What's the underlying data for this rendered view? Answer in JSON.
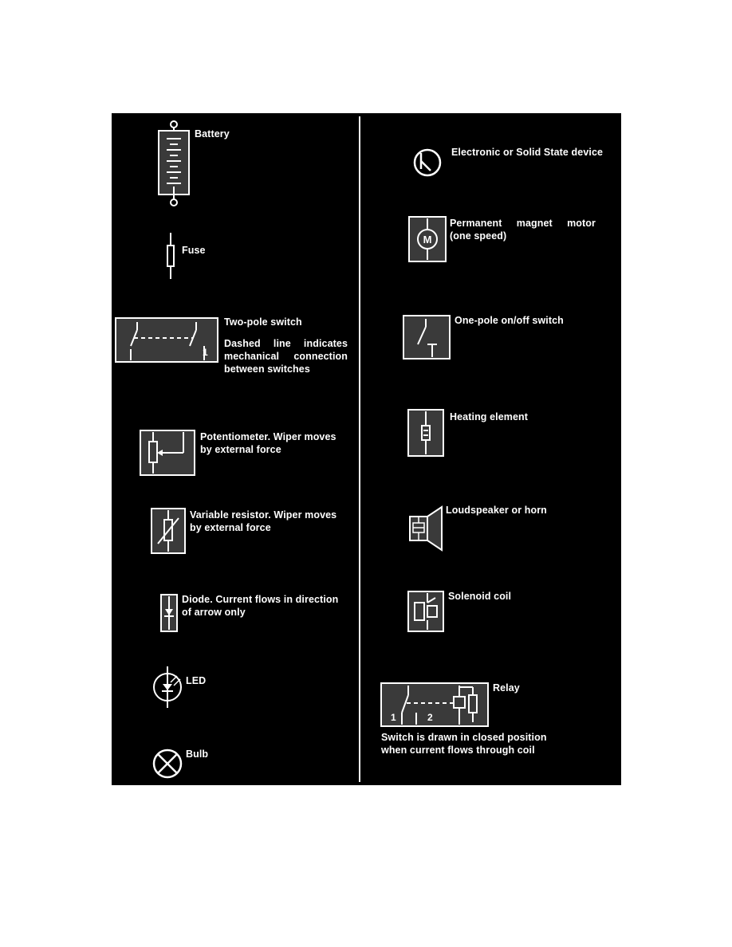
{
  "symbols": {
    "battery": "Battery",
    "electronic": "Electronic or Solid State device",
    "fuse": "Fuse",
    "motor": {
      "line1": "Permanent magnet motor",
      "line2": "(one speed)",
      "letter": "M"
    },
    "two_pole": {
      "title": "Two-pole switch",
      "desc_line1": "Dashed line indicates",
      "desc_line2": "mechanical connection",
      "desc_line3": "between switches"
    },
    "one_pole": "One-pole on/off switch",
    "heating": "Heating element",
    "potentiometer": {
      "line1": "Potentiometer. Wiper moves",
      "line2": "by external force"
    },
    "loudspeaker": "Loudspeaker or horn",
    "variable_resistor": {
      "line1": "Variable resistor. Wiper moves",
      "line2": "by external force"
    },
    "diode": {
      "line1": "Diode. Current flows in direction",
      "line2": "of arrow only"
    },
    "solenoid": "Solenoid coil",
    "led": "LED",
    "relay": {
      "title": "Relay",
      "desc_line1": "Switch is drawn in closed position",
      "desc_line2": "when current flows through coil",
      "terminal1": "1",
      "terminal2": "2"
    },
    "bulb": "Bulb"
  },
  "colors": {
    "background": "#000000",
    "foreground": "#ffffff",
    "symbol_fill": "#3a3a3a"
  }
}
